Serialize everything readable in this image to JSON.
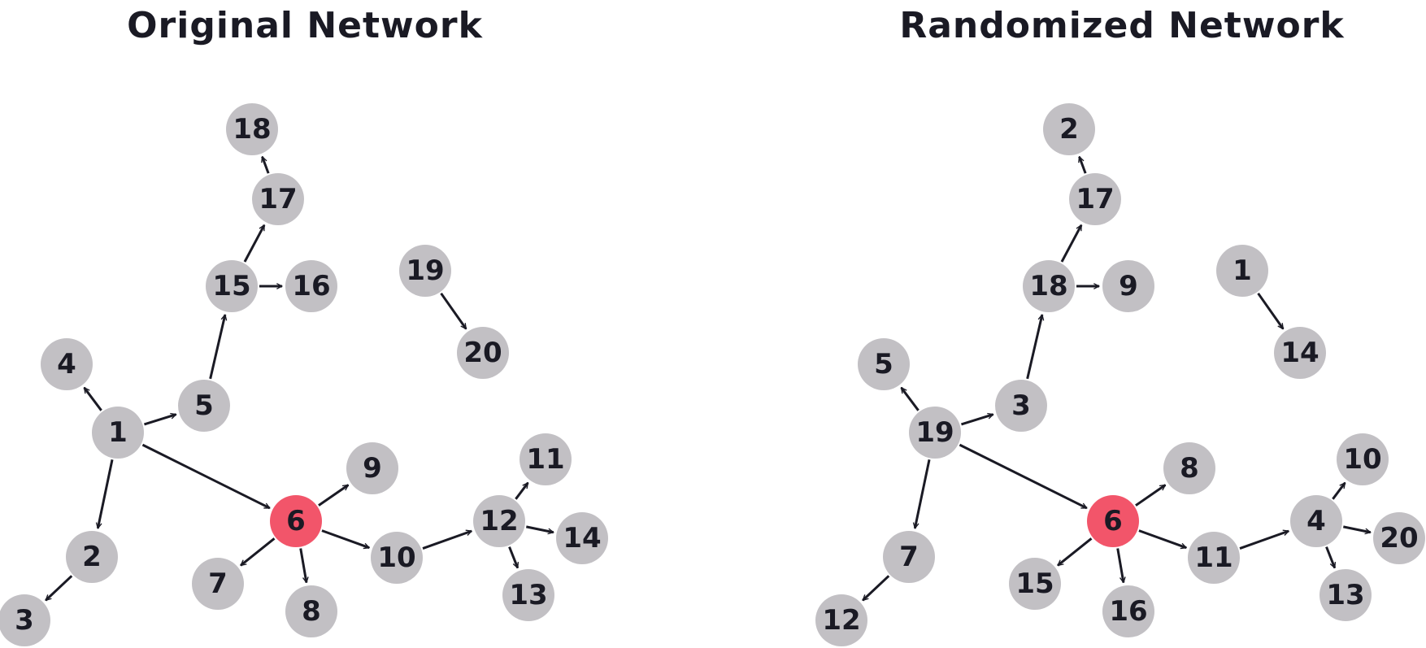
{
  "colors": {
    "node": "#c2c0c4",
    "highlight": "#f2556a",
    "edge": "#1a1a24",
    "text": "#1a1a24"
  },
  "panels": [
    {
      "title": "Original Network",
      "highlight": "6",
      "nodes": [
        "18",
        "17",
        "15",
        "16",
        "19",
        "20",
        "4",
        "1",
        "5",
        "9",
        "6",
        "11",
        "12",
        "14",
        "2",
        "7",
        "8",
        "10",
        "13",
        "3"
      ],
      "edges": [
        [
          "1",
          "4"
        ],
        [
          "1",
          "5"
        ],
        [
          "5",
          "15"
        ],
        [
          "15",
          "17"
        ],
        [
          "17",
          "18"
        ],
        [
          "15",
          "16"
        ],
        [
          "19",
          "20"
        ],
        [
          "1",
          "2"
        ],
        [
          "2",
          "3"
        ],
        [
          "1",
          "6"
        ],
        [
          "6",
          "9"
        ],
        [
          "6",
          "7"
        ],
        [
          "6",
          "8"
        ],
        [
          "6",
          "10"
        ],
        [
          "10",
          "12"
        ],
        [
          "12",
          "11"
        ],
        [
          "12",
          "14"
        ],
        [
          "12",
          "13"
        ]
      ]
    },
    {
      "title": "Randomized Network",
      "highlight": "6",
      "nodes": [
        "2",
        "17",
        "18",
        "9",
        "1",
        "14",
        "5",
        "19",
        "3",
        "8",
        "6",
        "10",
        "4",
        "20",
        "7",
        "15",
        "16",
        "11",
        "13",
        "12"
      ],
      "edges": [
        [
          "19",
          "5"
        ],
        [
          "19",
          "3"
        ],
        [
          "3",
          "18"
        ],
        [
          "18",
          "17"
        ],
        [
          "17",
          "2"
        ],
        [
          "18",
          "9"
        ],
        [
          "1",
          "14"
        ],
        [
          "19",
          "7"
        ],
        [
          "7",
          "12"
        ],
        [
          "19",
          "6"
        ],
        [
          "6",
          "8"
        ],
        [
          "6",
          "15"
        ],
        [
          "6",
          "16"
        ],
        [
          "6",
          "11"
        ],
        [
          "11",
          "4"
        ],
        [
          "4",
          "10"
        ],
        [
          "4",
          "20"
        ],
        [
          "4",
          "13"
        ]
      ]
    }
  ]
}
